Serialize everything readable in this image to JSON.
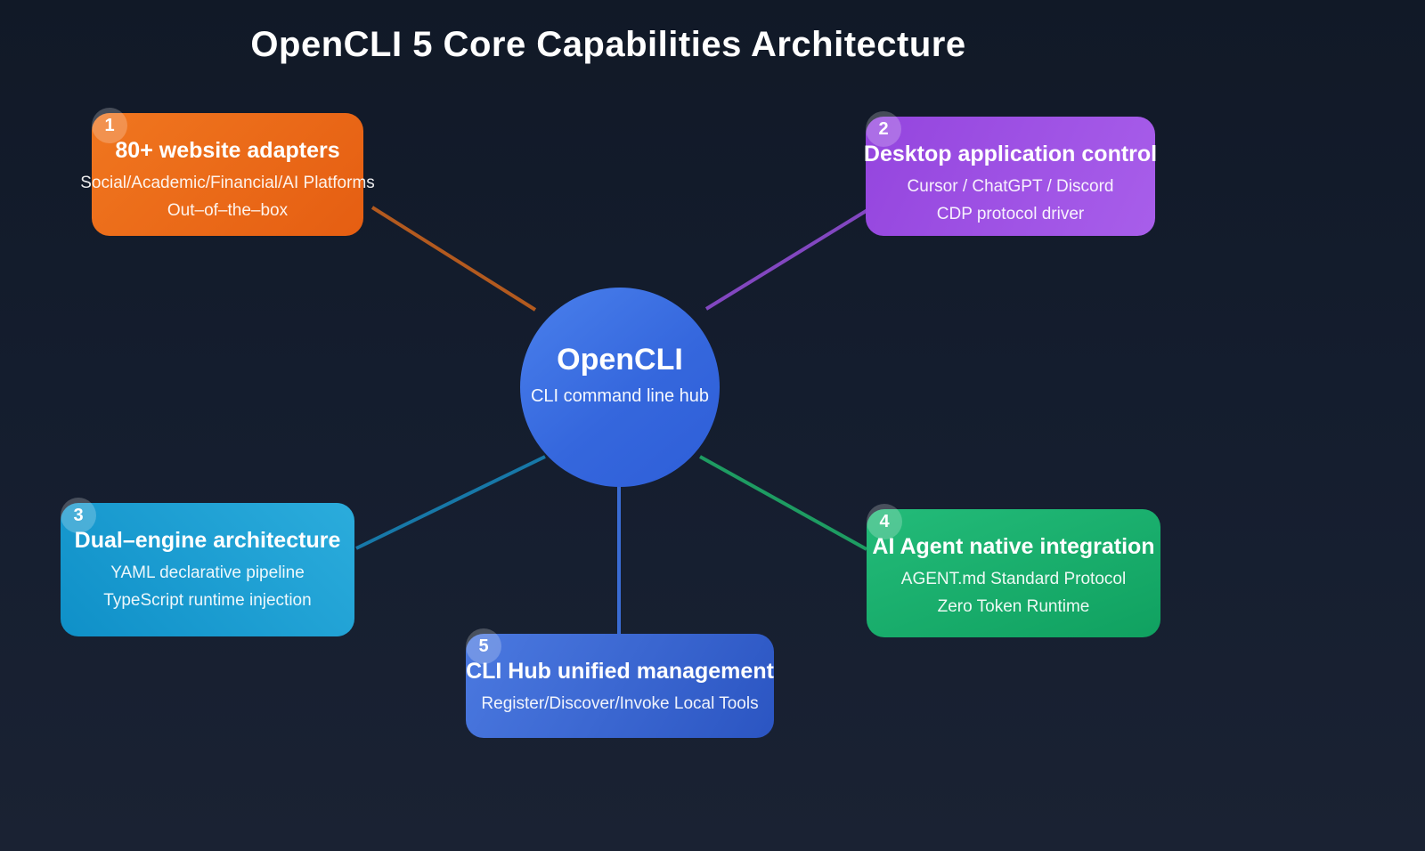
{
  "page": {
    "title": "OpenCLI 5 Core Capabilities Architecture",
    "background_color": "#141d2e"
  },
  "hub": {
    "name": "OpenCLI",
    "subtitle": "CLI command line hub",
    "color": "#3b6de0"
  },
  "capabilities": [
    {
      "number": "1",
      "title": "80+ website adapters",
      "lines": [
        "Social/Academic/Financial/AI Platforms",
        "Out–of–the–box"
      ],
      "color": "#e8661c"
    },
    {
      "number": "2",
      "title": "Desktop application control",
      "lines": [
        "Cursor / ChatGPT / Discord",
        "CDP protocol driver"
      ],
      "color": "#9d4ce4"
    },
    {
      "number": "3",
      "title": "Dual–engine architecture",
      "lines": [
        "YAML declarative pipeline",
        "TypeScript runtime injection"
      ],
      "color": "#189fd3"
    },
    {
      "number": "4",
      "title": "AI Agent native integration",
      "lines": [
        "AGENT.md Standard Protocol",
        "Zero Token Runtime"
      ],
      "color": "#19b06d"
    },
    {
      "number": "5",
      "title": "CLI Hub unified management",
      "lines": [
        "Register/Discover/Invoke Local Tools"
      ],
      "color": "#3a68d0"
    }
  ],
  "connectors": [
    {
      "from": "hub",
      "to": "capability-1",
      "color": "#b35a1f"
    },
    {
      "from": "hub",
      "to": "capability-2",
      "color": "#8247c0"
    },
    {
      "from": "hub",
      "to": "capability-3",
      "color": "#1778a8"
    },
    {
      "from": "hub",
      "to": "capability-4",
      "color": "#1e9c62"
    },
    {
      "from": "hub",
      "to": "capability-5",
      "color": "#3a6cd4"
    }
  ]
}
